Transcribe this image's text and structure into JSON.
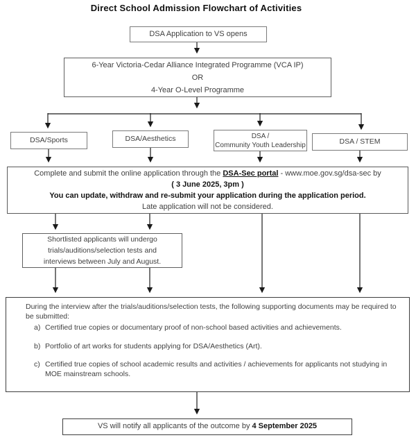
{
  "title": "Direct School Admission Flowchart of Activities",
  "colors": {
    "arrow": "#1a1a1a",
    "border_light": "#7a7a7a",
    "border_dark": "#3d3d3d",
    "text": "#3f3f3f",
    "bold_text": "#141414"
  },
  "flow": {
    "apply_opens": {
      "label": "DSA Application to VS opens"
    },
    "programme": {
      "line1": "6-Year Victoria-Cedar Alliance Integrated Programme (VCA IP)",
      "line2": "OR",
      "line3": "4-Year O-Level Programme"
    },
    "categories": [
      {
        "label": "DSA/Sports"
      },
      {
        "label": "DSA/Aesthetics"
      },
      {
        "label": "DSA /\nCommunity Youth Leadership"
      },
      {
        "label": "DSA / STEM"
      }
    ],
    "online_application": {
      "line1_pre": "Complete and submit the online application through the ",
      "line1_link": "DSA-Sec portal",
      "line1_post": " - www.moe.gov.sg/dsa-sec by",
      "line2": "( 3 June 2025, 3pm )",
      "line3": "You can update, withdraw and re-submit your application during the application period.",
      "line4": "Late application will not be considered."
    },
    "shortlisted": {
      "text": "Shortlisted applicants will undergo\ntrials/auditions/selection tests and\ninterviews between July and August."
    },
    "interview": {
      "intro": "During the interview after the trials/auditions/selection tests, the following supporting documents may be required to be submitted:",
      "items": [
        {
          "label": "a)",
          "text": "Certified true copies or documentary proof of non-school based activities and achievements."
        },
        {
          "label": "b)",
          "text": "Portfolio of art works for students applying for DSA/Aesthetics (Art)."
        },
        {
          "label": "c)",
          "text": "Certified true copies of school academic results and activities / achievements for applicants not studying in MOE mainstream schools."
        }
      ]
    },
    "outcome": {
      "prefix": "VS will notify all applicants of the outcome by ",
      "date": "4 September 2025"
    }
  }
}
